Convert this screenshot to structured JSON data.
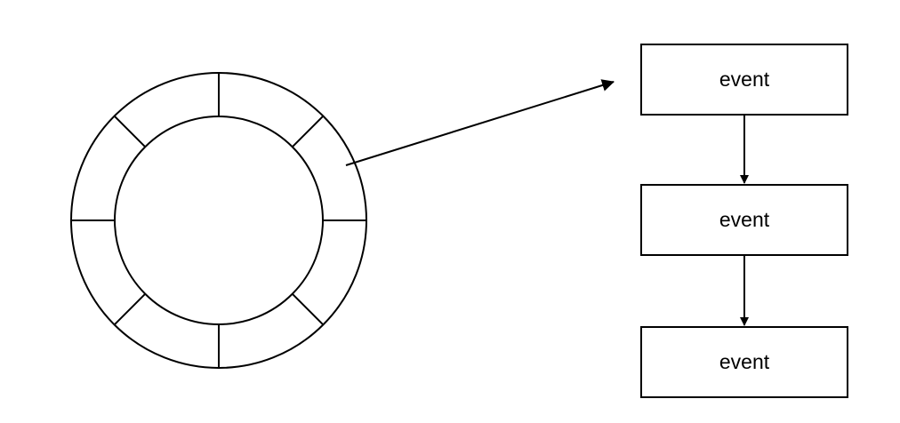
{
  "diagram": {
    "ring": {
      "slot_count": 8
    },
    "events": [
      {
        "label": "event"
      },
      {
        "label": "event"
      },
      {
        "label": "event"
      }
    ],
    "colors": {
      "stroke": "#000000",
      "background": "#ffffff"
    }
  }
}
